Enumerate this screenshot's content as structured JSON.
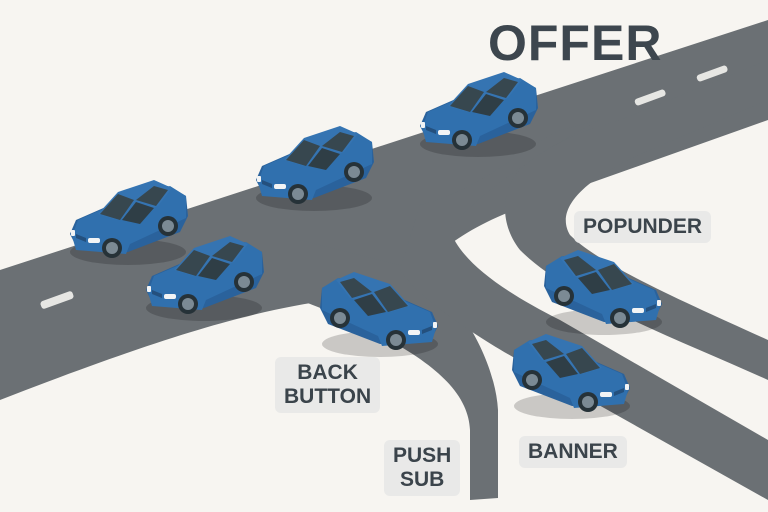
{
  "title": "OFFER",
  "labels": {
    "popunder": "POPUNDER",
    "banner": "BANNER",
    "back_button": [
      "BACK",
      "BUTTON"
    ],
    "push_sub": [
      "PUSH",
      "SUB"
    ]
  },
  "colors": {
    "background": "#f7f5f1",
    "road": "#6b7074",
    "lane_marking": "#e6e6e3",
    "car_body": "#2f6aa6",
    "car_window": "#37474f",
    "text": "#3d464e",
    "label_bg": "#e9e9e8"
  },
  "cars": [
    {
      "name": "car-main-1"
    },
    {
      "name": "car-main-2"
    },
    {
      "name": "car-main-3"
    },
    {
      "name": "car-main-4"
    },
    {
      "name": "car-back-button"
    },
    {
      "name": "car-popunder"
    },
    {
      "name": "car-banner"
    }
  ]
}
